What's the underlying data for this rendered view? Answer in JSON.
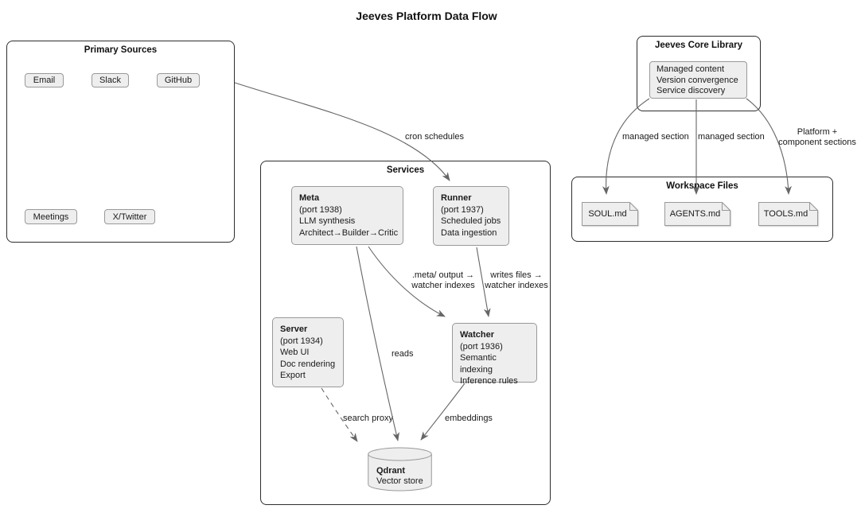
{
  "diagram": {
    "title": "Jeeves Platform Data Flow"
  },
  "colors": {
    "background": "#ffffff",
    "node_fill": "#eeeeee",
    "node_border": "#999999",
    "container_border": "#2d2d2d",
    "edge": "#666666",
    "text": "#111111"
  },
  "containers": {
    "primary_sources": {
      "title": "Primary Sources"
    },
    "services": {
      "title": "Services"
    },
    "core_library": {
      "title": "Jeeves Core Library"
    },
    "workspace_files": {
      "title": "Workspace Files"
    }
  },
  "sources": {
    "email": "Email",
    "slack": "Slack",
    "github": "GitHub",
    "meetings": "Meetings",
    "twitter": "X/Twitter"
  },
  "nodes": {
    "core": {
      "lines": [
        "Managed content",
        "Version convergence",
        "Service discovery"
      ]
    },
    "meta": {
      "title": "Meta",
      "lines": [
        "(port 1938)",
        "LLM synthesis",
        "Architect→Builder→Critic"
      ]
    },
    "runner": {
      "title": "Runner",
      "lines": [
        "(port 1937)",
        "Scheduled jobs",
        "Data ingestion"
      ]
    },
    "server": {
      "title": "Server",
      "lines": [
        "(port 1934)",
        "Web UI",
        "Doc rendering",
        "Export"
      ]
    },
    "watcher": {
      "title": "Watcher",
      "lines": [
        "(port 1936)",
        "Semantic indexing",
        "Inference rules"
      ]
    },
    "qdrant": {
      "title": "Qdrant",
      "subtitle": "Vector store"
    }
  },
  "files": {
    "soul": "SOUL.md",
    "agents": "AGENTS.md",
    "tools": "TOOLS.md"
  },
  "edge_labels": {
    "cron": "cron schedules",
    "meta_to_watcher": [
      ".meta/ output →",
      "watcher indexes"
    ],
    "runner_to_watcher": [
      "writes files →",
      "watcher indexes"
    ],
    "reads": "reads",
    "search_proxy": "search proxy",
    "embeddings": "embeddings",
    "managed_section_left": "managed section",
    "managed_section_mid": "managed section",
    "platform_sections": [
      "Platform +",
      "component sections"
    ]
  }
}
